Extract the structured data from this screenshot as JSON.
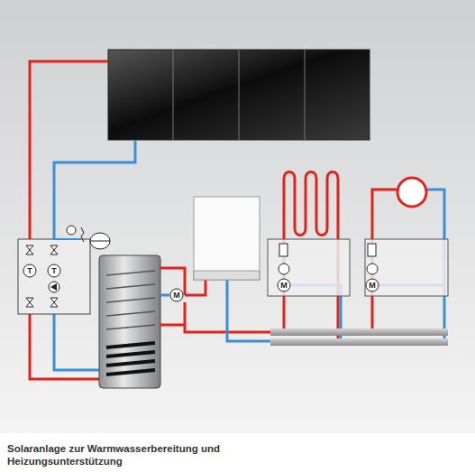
{
  "diagram": {
    "caption": "Solaranlage zur Warmwasserbereitung und Heizungsunterstützung",
    "labels": [
      "T",
      "T",
      "M",
      "M",
      "M"
    ]
  }
}
